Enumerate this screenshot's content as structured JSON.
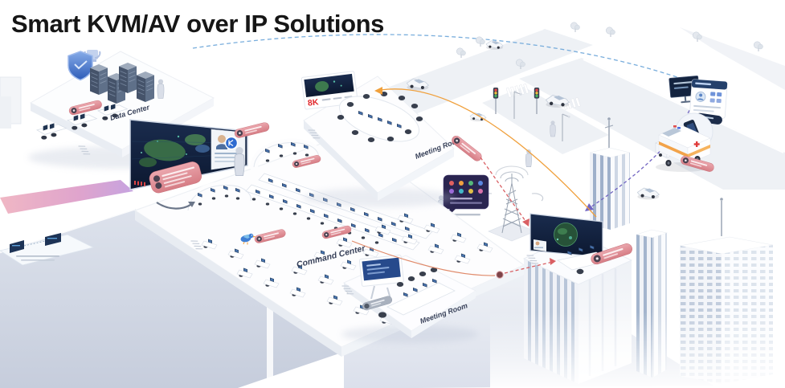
{
  "title": "Smart KVM/AV over IP Solutions",
  "labels": {
    "data_center": "Data Center",
    "command_center": "Command Center",
    "meeting_room_top": "Meeting Room",
    "meeting_room_bottom": "Meeting Room",
    "screen_8k": "8K"
  },
  "colors": {
    "title_text": "#161616",
    "badge_pink": "#df8f96",
    "badge_gray": "#a9b1be",
    "screen_navy": "#14233f",
    "map_green": "#3e7d4f",
    "line_blue_dashed": "#69a4d8",
    "line_red_dashed": "#d95f63",
    "line_orange": "#f0a03c",
    "line_purple_dashed": "#7265c2",
    "building_window_blue": "#8ba0bf",
    "accent_red": "#e0262a"
  },
  "icons": {
    "shield_icon": "shield",
    "trophy_icon": "trophy",
    "signal_tower_icon": "radio-tower",
    "wifi_waves_icon": "signal-waves",
    "traffic_light_icon": "traffic-light",
    "ambulance_icon": "ambulance",
    "bird_mascot_icon": "bird"
  }
}
